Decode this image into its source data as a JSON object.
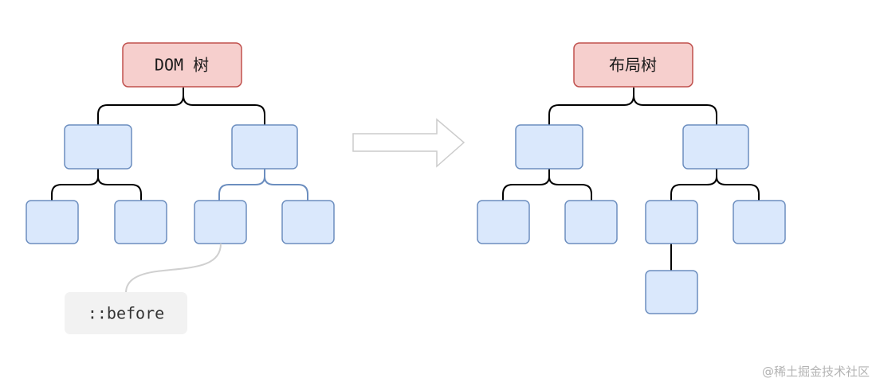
{
  "dom_tree": {
    "root_label": "DOM 树"
  },
  "layout_tree": {
    "root_label": "布局树"
  },
  "pseudo_element": {
    "label": "::before"
  },
  "watermark": "@稀土掘金技术社区",
  "colors": {
    "root_fill": "#f6cfcd",
    "root_stroke": "#c0504d",
    "node_fill": "#dae8fc",
    "node_stroke": "#6c8ebf",
    "edge_dark": "#000000",
    "edge_pseudo": "#6c8ebf",
    "callout_fill": "#f2f2f2",
    "callout_curve": "#d0d0d0",
    "arrow_stroke": "#cccccc"
  }
}
